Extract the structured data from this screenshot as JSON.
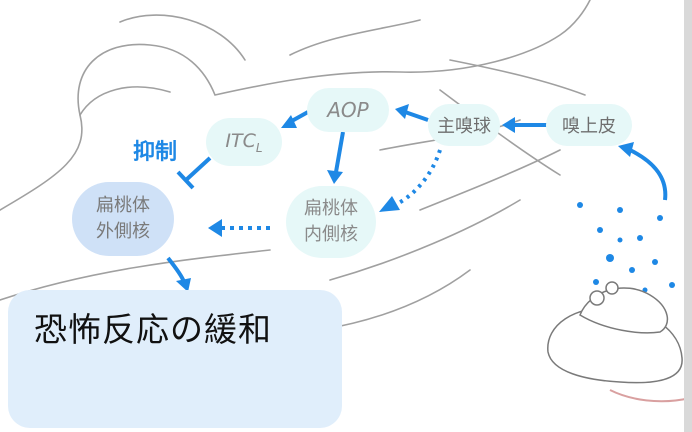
{
  "nodes": {
    "main_olfactory_epithelium": "嗅上皮",
    "main_olfactory_bulb": "主嗅球",
    "aop": "AOP",
    "itc": "ITC",
    "itc_sub": "L",
    "medial_amygdala_line1": "扁桃体",
    "medial_amygdala_line2": "内側核",
    "lateral_amygdala_line1": "扁桃体",
    "lateral_amygdala_line2": "外側核"
  },
  "inhibition_label": "抑制",
  "result_label": "恐怖反応の緩和",
  "colors": {
    "arrow": "#1e88e5",
    "node_fill": "#e6f8f8",
    "lateral_fill": "#cfe1f7",
    "result_fill": "#e0eefb",
    "sketch_line": "#9a9a9a"
  }
}
